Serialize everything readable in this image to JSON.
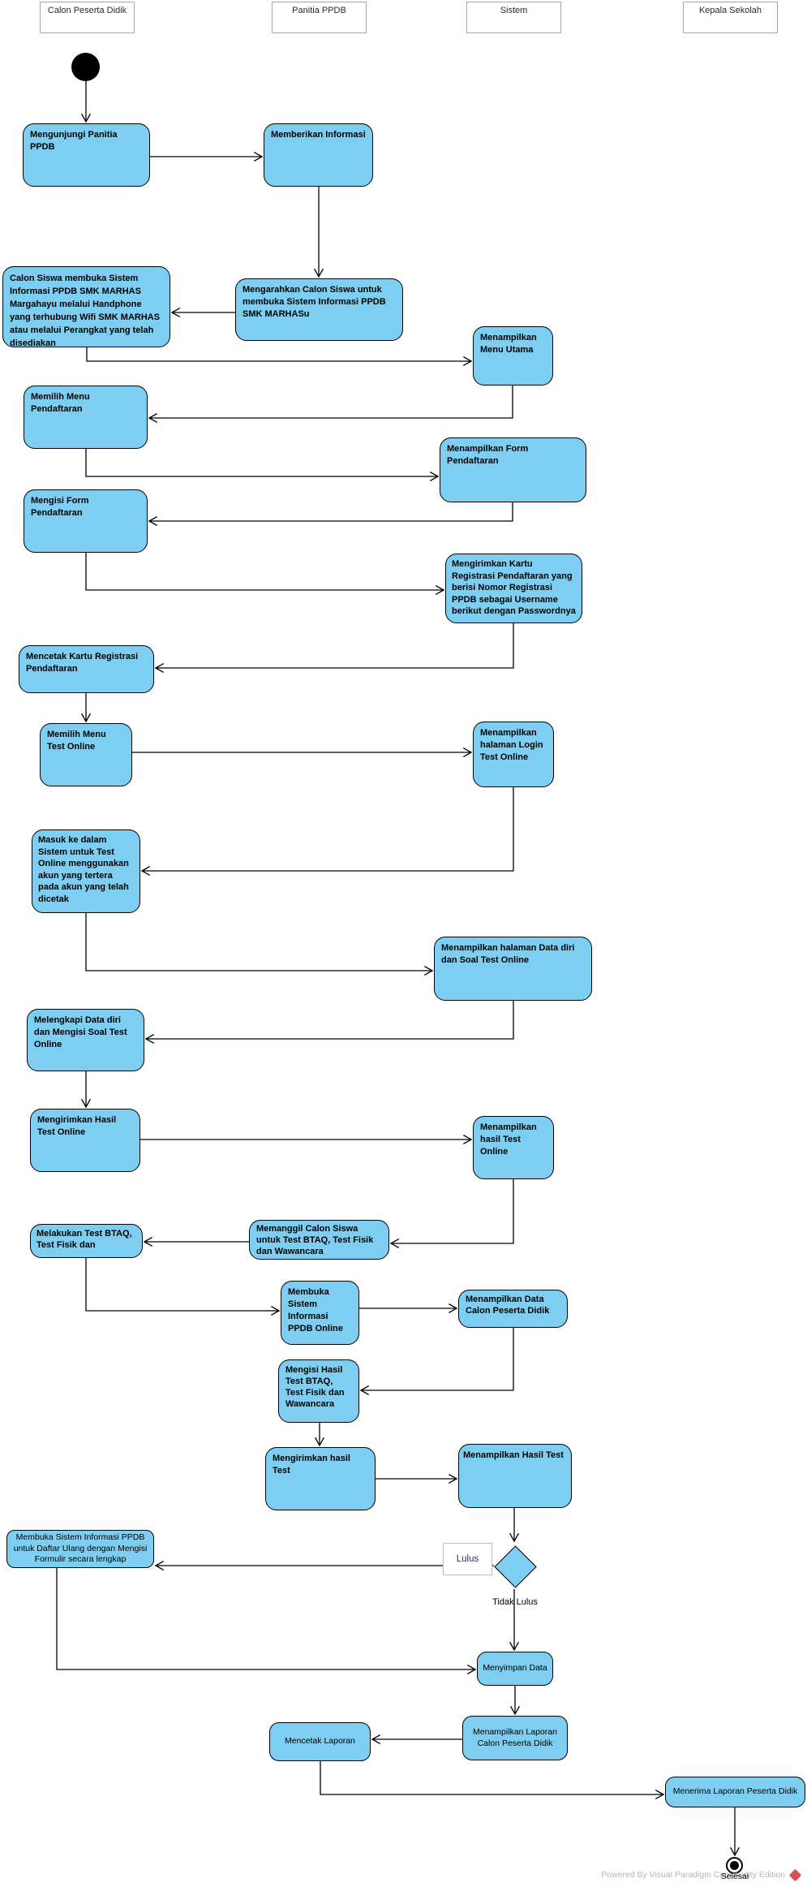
{
  "lanes": [
    {
      "label": "Calon Peserta Didik"
    },
    {
      "label": "Panitia PPDB"
    },
    {
      "label": "Sistem"
    },
    {
      "label": "Kepala Sekolah"
    }
  ],
  "nodes": [
    {
      "label": "Mengunjungi Panitia PPDB"
    },
    {
      "label": "Memberikan Informasi"
    },
    {
      "label": "Calon Siswa membuka Sistem Informasi PPDB SMK MARHAS Margahayu melalui Handphone yang terhubung Wifi SMK MARHAS atau melalui Perangkat yang telah disediakan"
    },
    {
      "label": "Mengarahkan Calon Siswa untuk membuka Sistem Informasi PPDB SMK MARHASu"
    },
    {
      "label": "Menampilkan Menu Utama"
    },
    {
      "label": "Memilih Menu Pendaftaran"
    },
    {
      "label": "Menampilkan Form Pendaftaran"
    },
    {
      "label": "Mengisi Form Pendaftaran"
    },
    {
      "label": "Mengirimkan Kartu Registrasi Pendaftaran yang berisi Nomor Registrasi PPDB sebagai Username berikut dengan Passwordnya"
    },
    {
      "label": "Mencetak Kartu Registrasi Pendaftaran"
    },
    {
      "label": "Memilih Menu Test Online"
    },
    {
      "label": "Menampilkan halaman Login Test Online"
    },
    {
      "label": "Masuk ke dalam Sistem untuk Test Online menggunakan akun yang tertera pada akun yang telah dicetak"
    },
    {
      "label": "Menampilkan halaman Data diri dan Soal Test Online"
    },
    {
      "label": "Melengkapi Data diri dan Mengisi Soal Test Online"
    },
    {
      "label": "Mengirimkan Hasil Test Online"
    },
    {
      "label": "Menampilkan hasil Test Online"
    },
    {
      "label": "Melakukan Test BTAQ, Test Fisik dan"
    },
    {
      "label": "Memanggil Calon Siswa untuk Test BTAQ, Test Fisik dan Wawancara"
    },
    {
      "label": "Membuka Sistem Informasi PPDB Online"
    },
    {
      "label": "Menampilkan Data Calon Peserta Didik"
    },
    {
      "label": "Mengisi Hasil Test BTAQ, Test Fisik dan Wawancara"
    },
    {
      "label": "Mengirimkan hasil Test"
    },
    {
      "label": "Menampilkan Hasil Test"
    },
    {
      "label": "Membuka Sistem Informasi PPDB untuk Daftar Ulang dengan Mengisi Formulir secara lengkap"
    },
    {
      "label": "Menyimpan Data"
    },
    {
      "label": "Mencetak Laporan"
    },
    {
      "label": "Menampilkan Laporan Calon Peserta Didik"
    },
    {
      "label": "Menerima Laporan Peserta Didik"
    }
  ],
  "decision": {
    "true_label": "Lulus",
    "false_label": "Tidak Lulus"
  },
  "terminal": {
    "end_label": "Selesai"
  },
  "footer": {
    "text": "Powered By Visual Paradigm Community Edition",
    "logo": "visual-paradigm-diamond"
  },
  "colors": {
    "activity_fill": "#7dcef0",
    "activity_border": "#000000",
    "lane_border": "#a8a8a8",
    "footer_text": "#b5b5b5",
    "logo_red": "#d4534f"
  }
}
